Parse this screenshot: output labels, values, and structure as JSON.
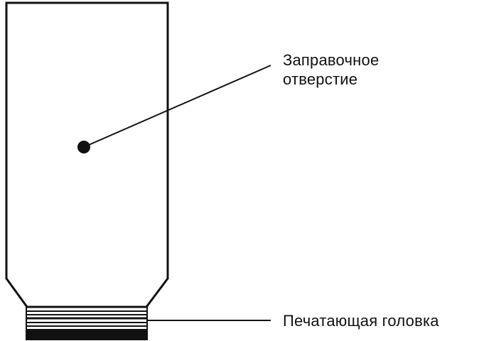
{
  "labels": {
    "fill_hole_line1": "Заправочное",
    "fill_hole_line2": "отверстие",
    "printhead": "Печатающая головка"
  },
  "colors": {
    "ink": "#111111",
    "background": "#ffffff"
  }
}
